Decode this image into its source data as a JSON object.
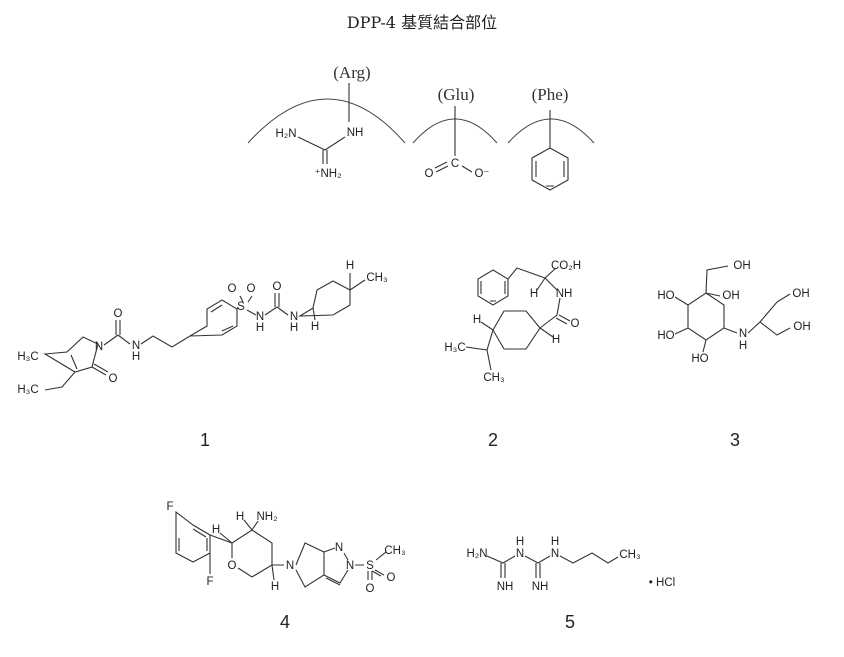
{
  "title": "DPP-4 基質結合部位",
  "binding_site": {
    "residues": [
      "(Arg)",
      "(Glu)",
      "(Phe)"
    ],
    "arg_atoms": [
      "H₂N",
      "NH",
      "⁺NH₂"
    ],
    "glu_atoms": [
      "C",
      "O",
      "O⁻"
    ]
  },
  "compounds": [
    {
      "label": "1",
      "atoms": [
        "H₃C",
        "H₃C",
        "N",
        "O",
        "O",
        "N",
        "H",
        "S",
        "O",
        "O",
        "N",
        "H",
        "O",
        "N",
        "H",
        "H",
        "H",
        "CH₃"
      ]
    },
    {
      "label": "2",
      "atoms": [
        "CO₂H",
        "H",
        "NH",
        "O",
        "H",
        "H",
        "H₃C",
        "CH₃"
      ]
    },
    {
      "label": "3",
      "atoms": [
        "OH",
        "OH",
        "HO",
        "HO",
        "HO",
        "N",
        "H",
        "OH",
        "OH"
      ]
    },
    {
      "label": "4",
      "atoms": [
        "F",
        "F",
        "H",
        "H",
        "NH₂",
        "O",
        "H",
        "N",
        "N",
        "N",
        "S",
        "CH₃",
        "O",
        "O"
      ]
    },
    {
      "label": "5",
      "atoms": [
        "H₂N",
        "N",
        "H",
        "N",
        "H",
        "NH",
        "NH",
        "CH₃",
        "• HCl"
      ]
    }
  ]
}
